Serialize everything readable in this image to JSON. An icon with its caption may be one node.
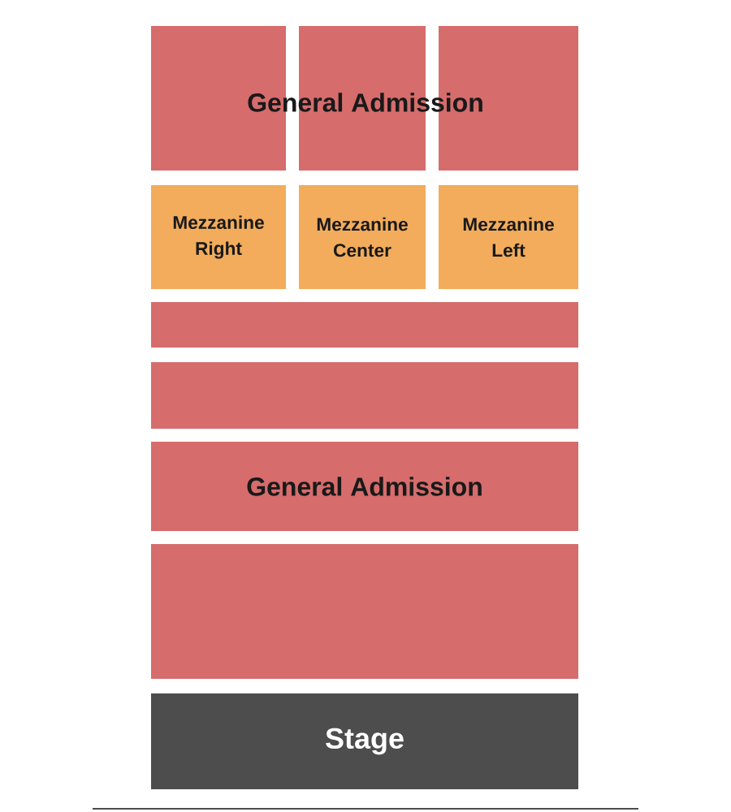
{
  "diagram": {
    "nodes": [
      {
        "text": [],
        "shape": "box"
      },
      {
        "text": [],
        "shape": "box"
      },
      {
        "text": [],
        "shape": "box"
      },
      {
        "text": [
          "Mezzanine Right"
        ]
      },
      {
        "text": [
          "Mezzanine Center"
        ]
      },
      {
        "text": [
          "Mezzanine Left"
        ]
      },
      {
        "text": [],
        "shape": "box"
      },
      {
        "text": [],
        "shape": "box"
      },
      {
        "text": [
          "General Admission"
        ]
      },
      {
        "text": [],
        "shape": "box"
      },
      {
        "text": [
          "Stage"
        ]
      }
    ],
    "labels": [
      "General Admission"
    ]
  }
}
